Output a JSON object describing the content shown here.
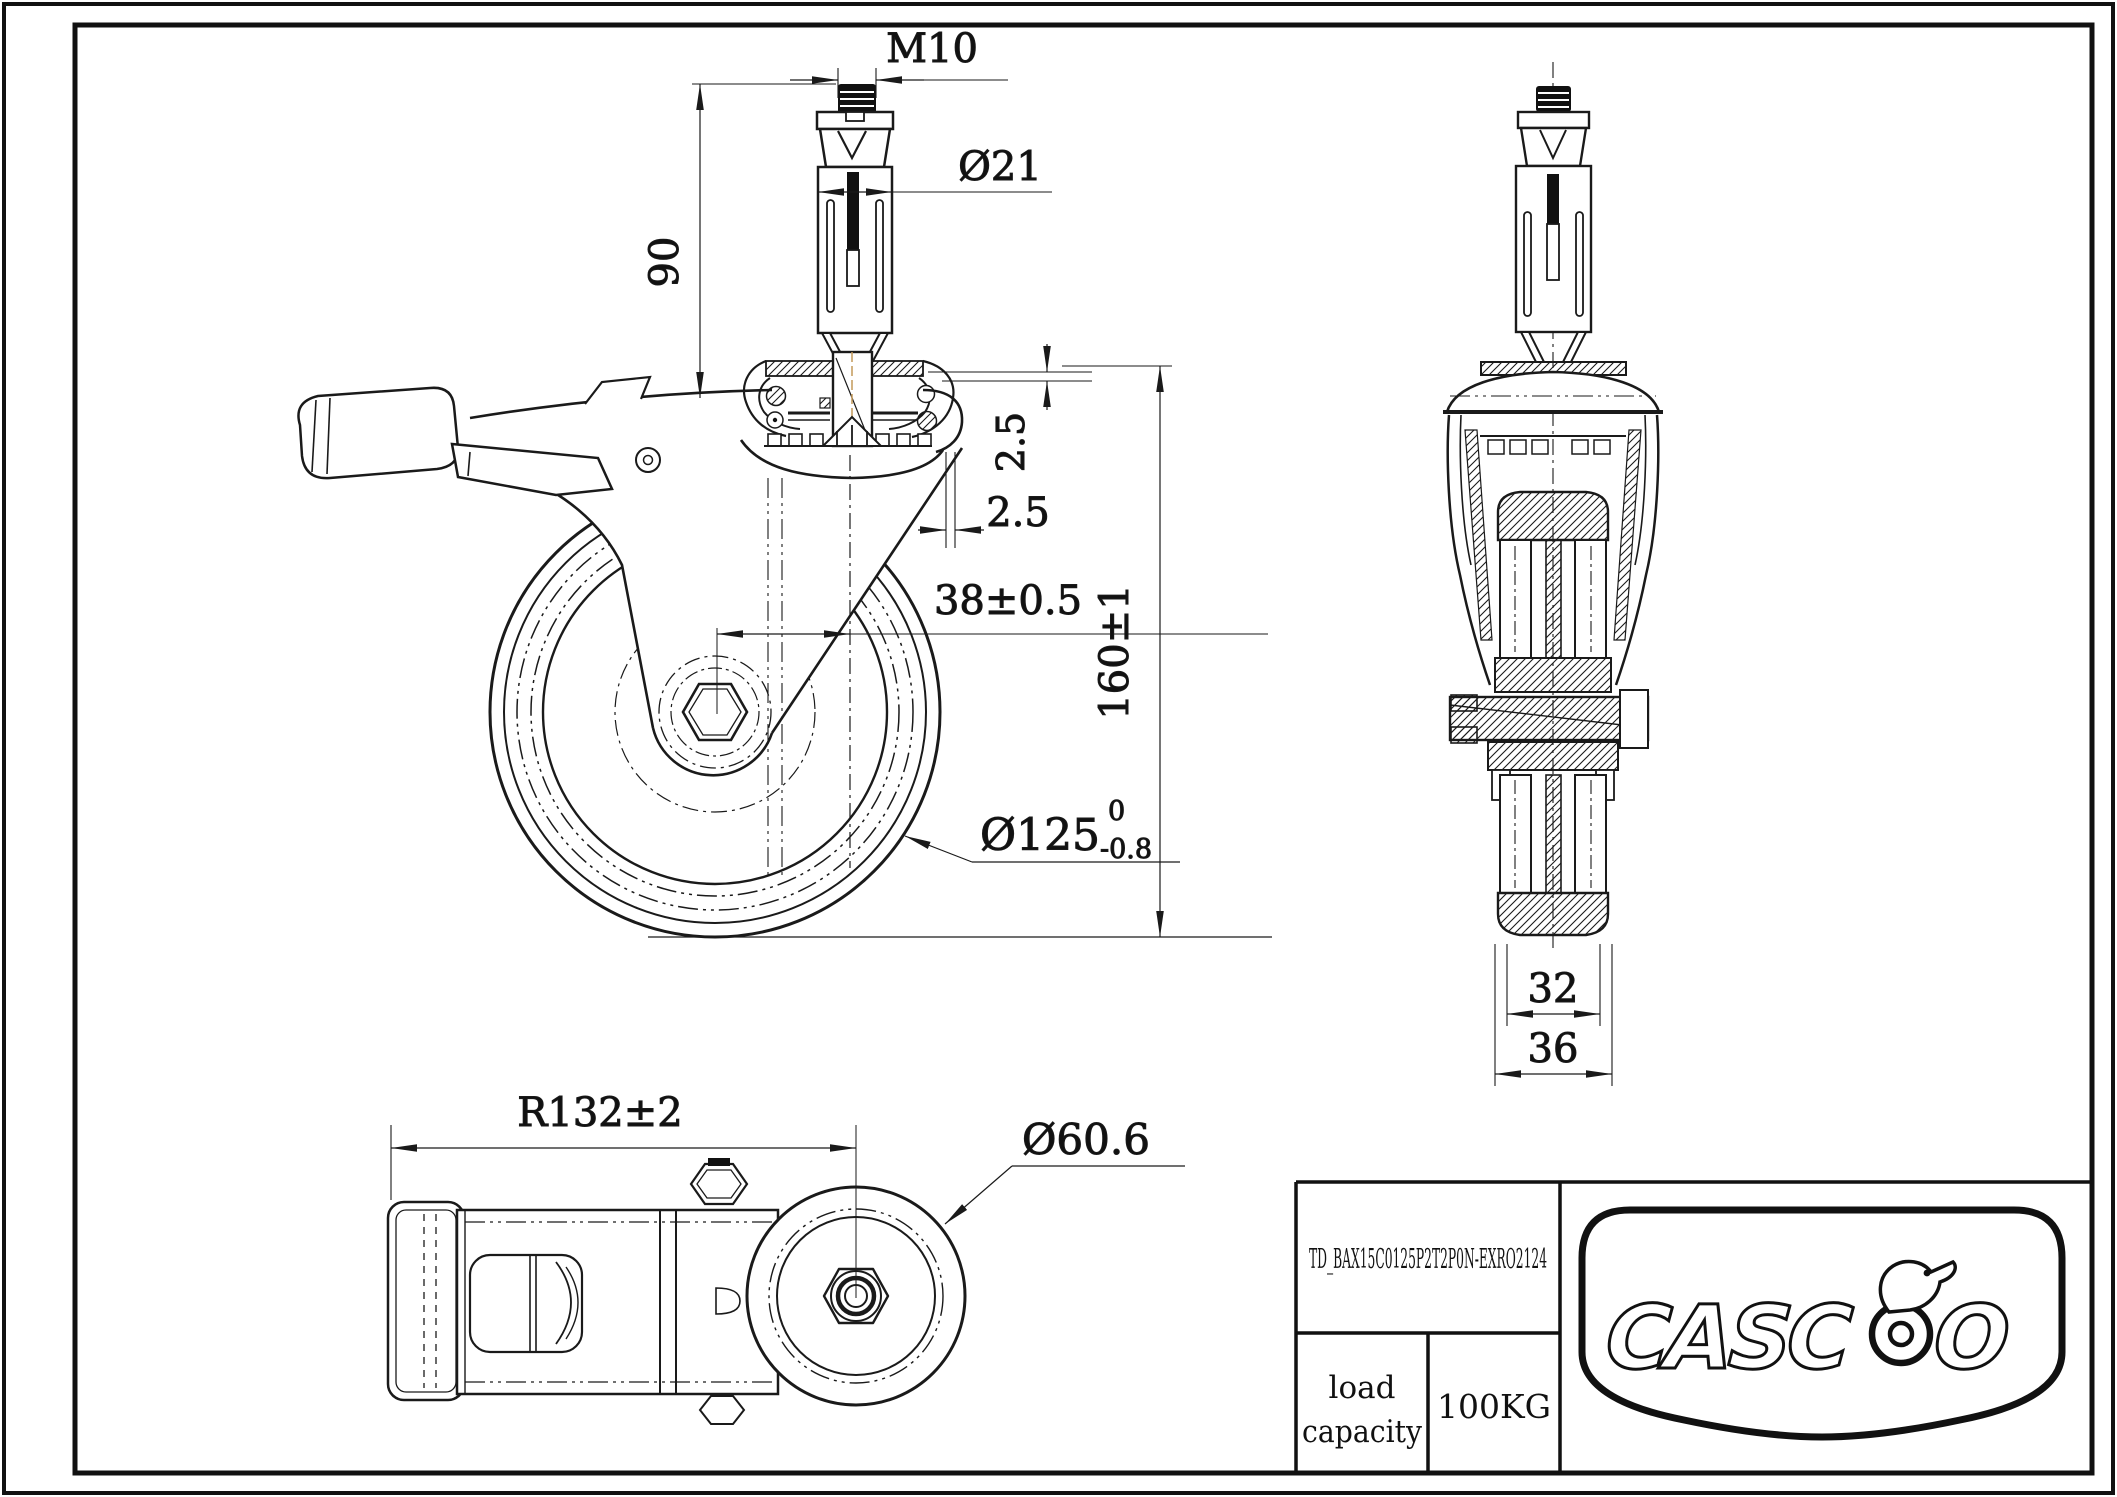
{
  "page": {
    "background": "#ffffff",
    "line_color": "#1a1a1a",
    "centerline_accent": "#c49a5a"
  },
  "views": {
    "front": {
      "label": "front-view-of-swivel-caster-with-brake",
      "dims": {
        "thread": "M10",
        "stem_diameter": "Ø21",
        "stem_length": "90",
        "plate_thickness": "2.5",
        "plane_offset": "2.5",
        "swivel_offset": "38±0.5",
        "overall_height": "160±1",
        "wheel_diameter": "Ø125",
        "wheel_tol_upper": "0",
        "wheel_tol_lower": "-0.8"
      }
    },
    "side": {
      "label": "side-section-view",
      "dims": {
        "hub_width": "32",
        "tread_width": "36"
      }
    },
    "plan": {
      "label": "bottom-plan-view",
      "dims": {
        "swivel_radius": "R132±2",
        "plan_diameter": "Ø60.6"
      }
    }
  },
  "title_block": {
    "part_number": "TD_BAX15C0125P2T2P0N-EXRO2124",
    "load_capacity_label": [
      "load",
      "capacity"
    ],
    "load_capacity_value": "100KG",
    "logo": {
      "text_left": "CASC",
      "text_right": "O",
      "symbol": "caster-wheel-with-bird"
    }
  }
}
